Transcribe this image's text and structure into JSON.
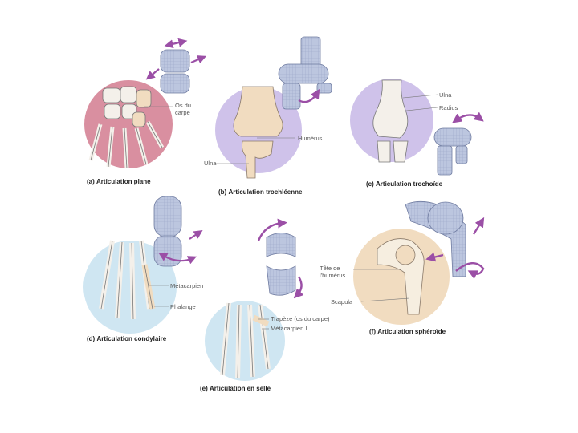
{
  "colors": {
    "pink": "#d98fa0",
    "lavender": "#cfc2ea",
    "lightblue": "#cfe6f2",
    "bone": "#f1dcc0",
    "model": "#b9c3dd",
    "arrow": "#9b4fa6"
  },
  "panels": {
    "a": {
      "caption_letter": "(a)",
      "caption_text": "Articulation plane",
      "labels": [
        "Os du\ncarpe"
      ]
    },
    "b": {
      "caption_letter": "(b)",
      "caption_text": "Articulation trochléenne",
      "labels": [
        "Humérus",
        "Ulna"
      ]
    },
    "c": {
      "caption_letter": "(c)",
      "caption_text": "Articulation trochoïde",
      "labels": [
        "Ulna",
        "Radius"
      ]
    },
    "d": {
      "caption_letter": "(d)",
      "caption_text": "Articulation condylaire",
      "labels": [
        "Métacarpien",
        "Phalange"
      ]
    },
    "e": {
      "caption_letter": "(e)",
      "caption_text": "Articulation en selle",
      "labels": [
        "Trapèze (os du carpe)",
        "Métacarpien I"
      ]
    },
    "f": {
      "caption_letter": "(f)",
      "caption_text": "Articulation sphéroïde",
      "labels": [
        "Tête de\nl'humérus",
        "Scapula"
      ]
    }
  }
}
